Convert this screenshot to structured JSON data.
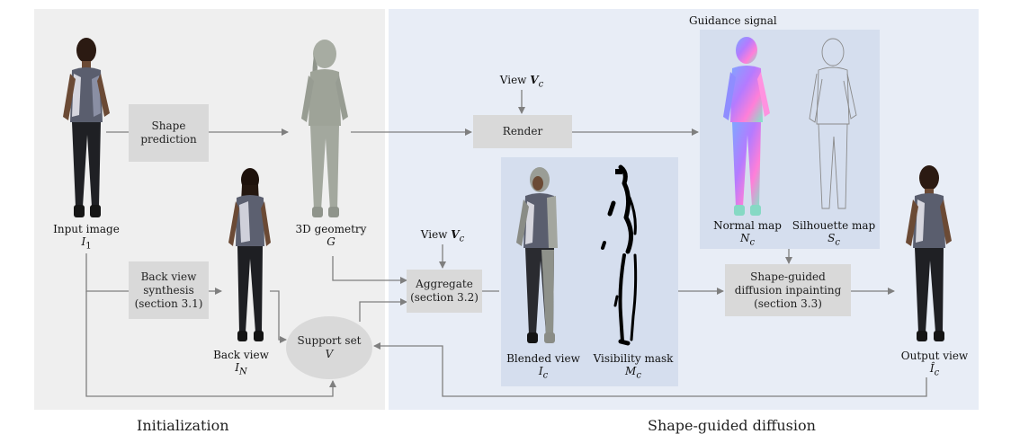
{
  "sections": {
    "initialization": "Initialization",
    "shape_guided": "Shape-guided diffusion"
  },
  "boxes": {
    "shape_prediction": "Shape\nprediction",
    "back_view_synthesis": "Back view\nsynthesis\n(section 3.1)",
    "render": "Render",
    "aggregate": "Aggregate\n(section 3.2)",
    "inpainting": "Shape-guided\ndiffusion inpainting\n(section 3.3)",
    "support_set": "Support set",
    "support_set_sym": "V"
  },
  "labels": {
    "input_image": "Input image",
    "input_image_sym": "I",
    "input_image_sub": "1",
    "geometry": "3D geometry",
    "geometry_sym": "G",
    "back_view": "Back view",
    "back_view_sym": "I",
    "back_view_sub": "N",
    "view_top": "View",
    "view_mid": "View",
    "view_sym": "V",
    "view_sub": "c",
    "guidance_signal": "Guidance signal",
    "normal_map": "Normal map",
    "normal_sym": "N",
    "normal_sub": "c",
    "silhouette_map": "Silhouette map",
    "silhouette_sym": "S",
    "silhouette_sub": "c",
    "blended_view": "Blended view",
    "blended_sym": "I",
    "blended_sub": "c",
    "visibility_mask": "Visibility mask",
    "visibility_sym": "M",
    "visibility_sub": "c",
    "output_view": "Output view",
    "output_sym": "Î",
    "output_sub": "c"
  },
  "colors": {
    "left_panel": "#efefef",
    "right_panel": "#e8edf6",
    "image_panel": "#d5deee",
    "box": "#d9d9d9",
    "arrow": "#7f7f7f"
  }
}
